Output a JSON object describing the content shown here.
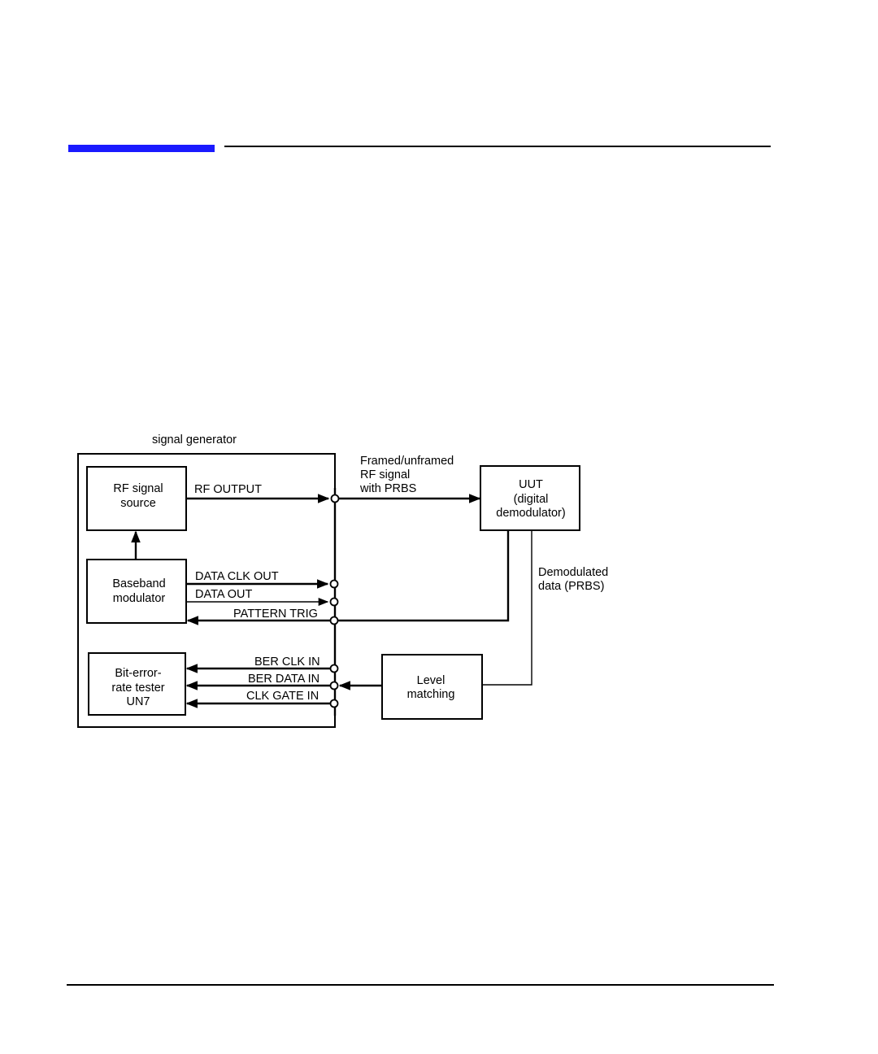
{
  "colors": {
    "header_accent": "#1a1aff",
    "rule": "#000000"
  },
  "diagram": {
    "group_label": "signal generator",
    "blocks": {
      "rf_source": [
        "RF signal",
        "source"
      ],
      "baseband": [
        "Baseband",
        "modulator"
      ],
      "bert": [
        "Bit-error-",
        "rate tester",
        "UN7"
      ],
      "uut": [
        "UUT",
        "(digital",
        "demodulator)"
      ],
      "level": [
        "Level",
        "matching"
      ]
    },
    "ports": {
      "rf_output": "RF OUTPUT",
      "data_clk_out": "DATA CLK OUT",
      "data_out": "DATA OUT",
      "pattern_trig": "PATTERN TRIG",
      "ber_clk_in": "BER CLK IN",
      "ber_data_in": "BER DATA IN",
      "clk_gate_in": "CLK GATE IN"
    },
    "annotations": {
      "rf_signal": [
        "Framed/unframed",
        "RF signal",
        "with PRBS"
      ],
      "demod_data": [
        "Demodulated",
        "data (PRBS)"
      ]
    }
  }
}
